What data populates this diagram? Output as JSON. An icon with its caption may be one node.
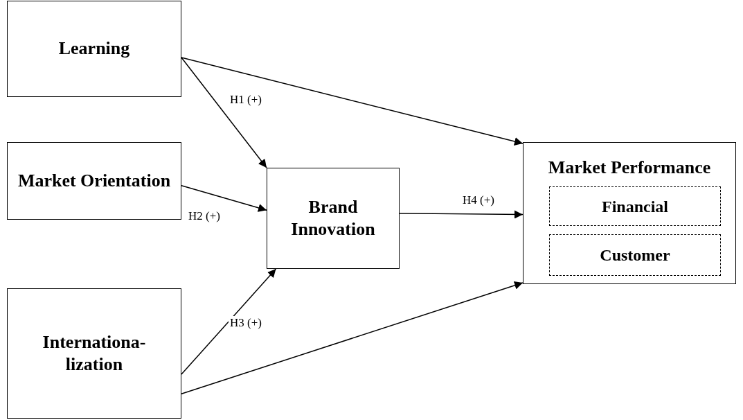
{
  "diagram": {
    "nodes": [
      {
        "text": [
          "Learning"
        ]
      },
      {
        "text": [
          "Market Orientation"
        ]
      },
      {
        "text": [
          "Internationa- lization"
        ]
      },
      {
        "text": [
          "Brand Innovation"
        ]
      },
      {
        "text": [
          "Market Performance"
        ]
      },
      {
        "text": [
          "Financial"
        ],
        "in": 4
      },
      {
        "text": [
          "Customer"
        ],
        "in": 4
      }
    ],
    "edges": [
      {
        "from": 0,
        "to": 3,
        "arrow": "to",
        "label": "H1 (+)"
      },
      {
        "from": 1,
        "to": 3,
        "arrow": "to",
        "label": "H2 (+)"
      },
      {
        "from": 2,
        "to": 3,
        "arrow": "to",
        "label": "H3 (+)"
      },
      {
        "from": 3,
        "to": 4,
        "arrow": "to",
        "label": "H4 (+)"
      },
      {
        "from": 0,
        "to": 4,
        "arrow": "to"
      },
      {
        "from": 2,
        "to": 4,
        "arrow": "to"
      }
    ]
  }
}
